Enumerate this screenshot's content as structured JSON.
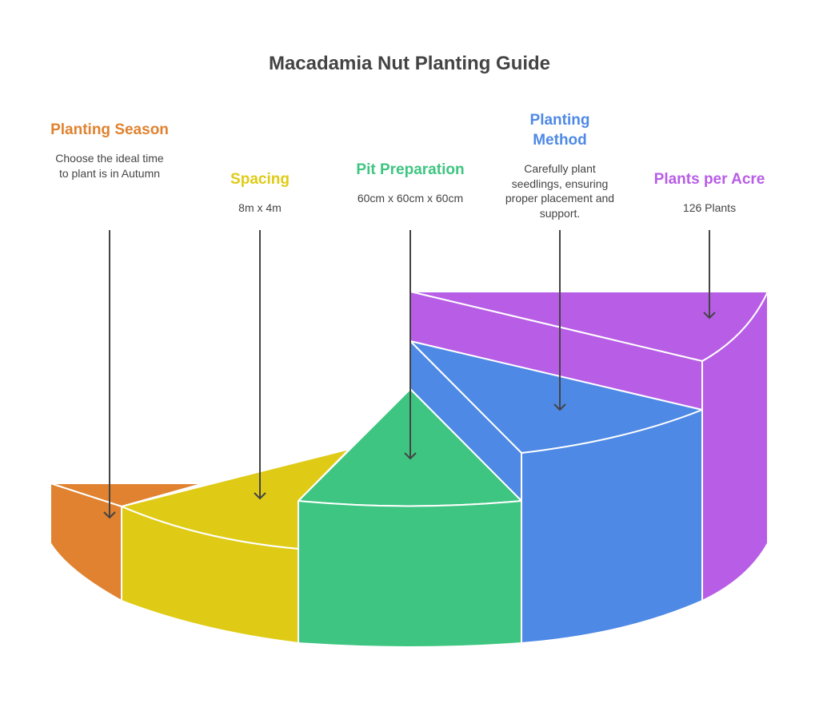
{
  "title": "Macadamia Nut Planting Guide",
  "colors": {
    "orange": "#E0822F",
    "yellow": "#DFCB16",
    "green": "#3EC581",
    "blue": "#4E89E6",
    "purple": "#B85DE6",
    "text": "#444444"
  },
  "steps": [
    {
      "title": "Planting Season",
      "description": "Choose the ideal time to plant is in Autumn"
    },
    {
      "title": "Spacing",
      "description": "8m x 4m"
    },
    {
      "title": "Pit Preparation",
      "description": "60cm x 60cm x 60cm"
    },
    {
      "title": "Planting Method",
      "description": "Carefully plant seedlings, ensuring proper placement and support."
    },
    {
      "title": "Plants per Acre",
      "description": "126 Plants"
    }
  ]
}
